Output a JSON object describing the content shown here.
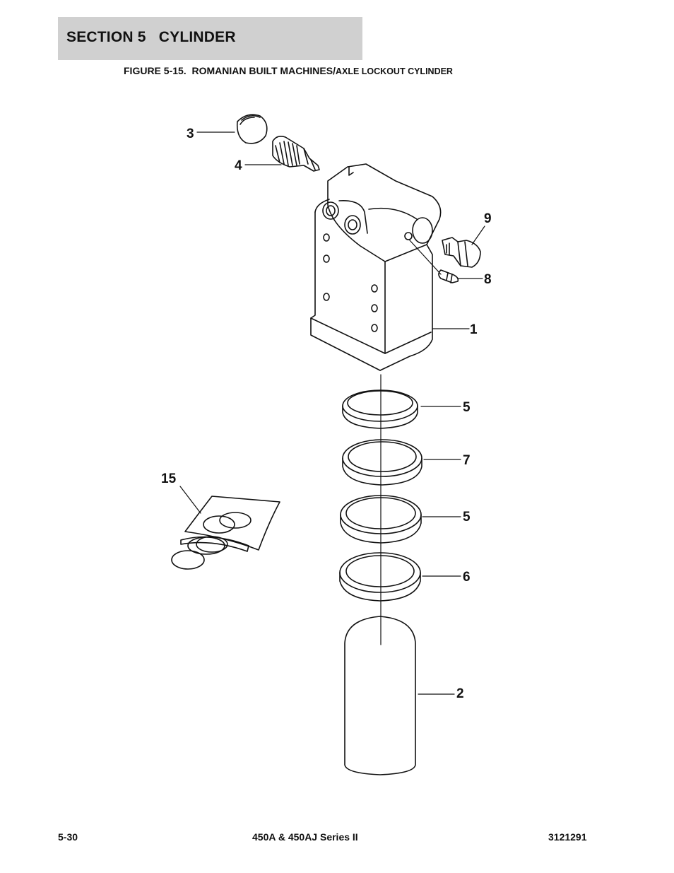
{
  "header": {
    "section_label": "SECTION 5   CYLINDER"
  },
  "figure": {
    "caption_main": "FIGURE 5-15.  ROMANIAN BUILT MACHINES/",
    "caption_sub": "AXLE LOCKOUT CYLINDER"
  },
  "callouts": {
    "c1": "1",
    "c2": "2",
    "c3": "3",
    "c4": "4",
    "c5a": "5",
    "c5b": "5",
    "c6": "6",
    "c7": "7",
    "c8": "8",
    "c9": "9",
    "c15": "15"
  },
  "footer": {
    "page_number": "5-30",
    "model": "450A & 450AJ Series II",
    "doc_number": "3121291"
  }
}
